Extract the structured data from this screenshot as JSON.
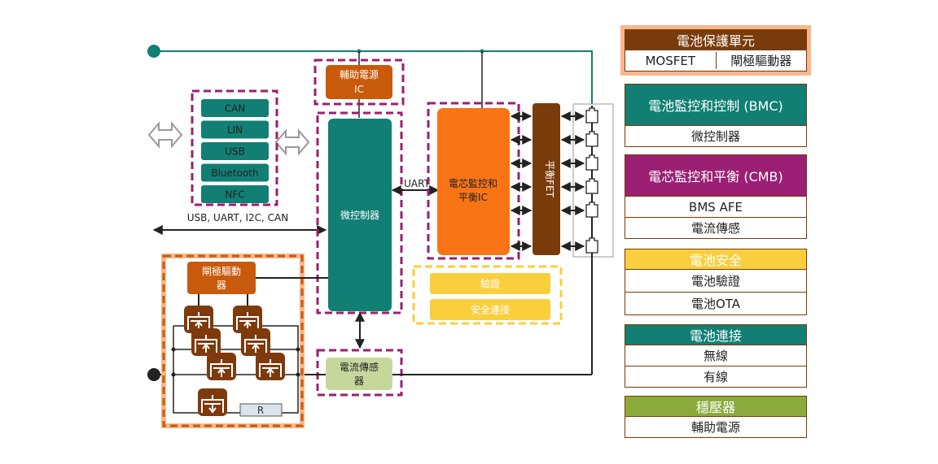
{
  "colors": {
    "teal": "#117f74",
    "orange": "#f97415",
    "burnt_orange": "#c85a0c",
    "brown": "#7a3b0a",
    "purple_dash": "#9b1f73",
    "yellow": "#f9cf3e",
    "green": "#8aab3c",
    "light_green": "#c6d79c",
    "peach": "#f9b78a",
    "mosfet": "#7e3a0b",
    "resistor_fill": "#dbe4ee"
  },
  "left_interfaces": {
    "items": [
      "CAN",
      "LIN",
      "USB",
      "Bluetooth",
      "NFC"
    ],
    "bus_label": "USB, UART, I2C, CAN"
  },
  "blocks": {
    "aux_power_ic": "輔助電源\nIC",
    "mcu": "微控制器",
    "uart_label": "UART",
    "cell_monitor_ic": "電芯監控和\n平衡IC",
    "balance_fet": "平衡FET",
    "gate_driver": "閘極驅動\n器",
    "current_sensor": "電流傳感\n器",
    "resistor": "R",
    "security_items": [
      "驗證",
      "安全連接"
    ]
  },
  "legend": [
    {
      "title": "電池保護單元",
      "color": "#7a3b0a",
      "split_row": [
        "MOSFET",
        "閘極驅動器"
      ],
      "highlight": true
    },
    {
      "title": "電池監控和控制 (BMC)",
      "color": "#117f74",
      "rows": [
        "微控制器"
      ]
    },
    {
      "title": "電芯監控和平衡 (CMB)",
      "color": "#9b1f73",
      "rows": [
        "BMS AFE",
        "電流傳感"
      ]
    },
    {
      "title": "電池安全",
      "color": "#f9cf3e",
      "rows": [
        "電池驗證",
        "電池OTA"
      ]
    },
    {
      "title": "電池連接",
      "color": "#117f74",
      "rows": [
        "無線",
        "有線"
      ]
    },
    {
      "title": "穩壓器",
      "color": "#8aab3c",
      "rows": [
        "輔助電源"
      ]
    }
  ]
}
